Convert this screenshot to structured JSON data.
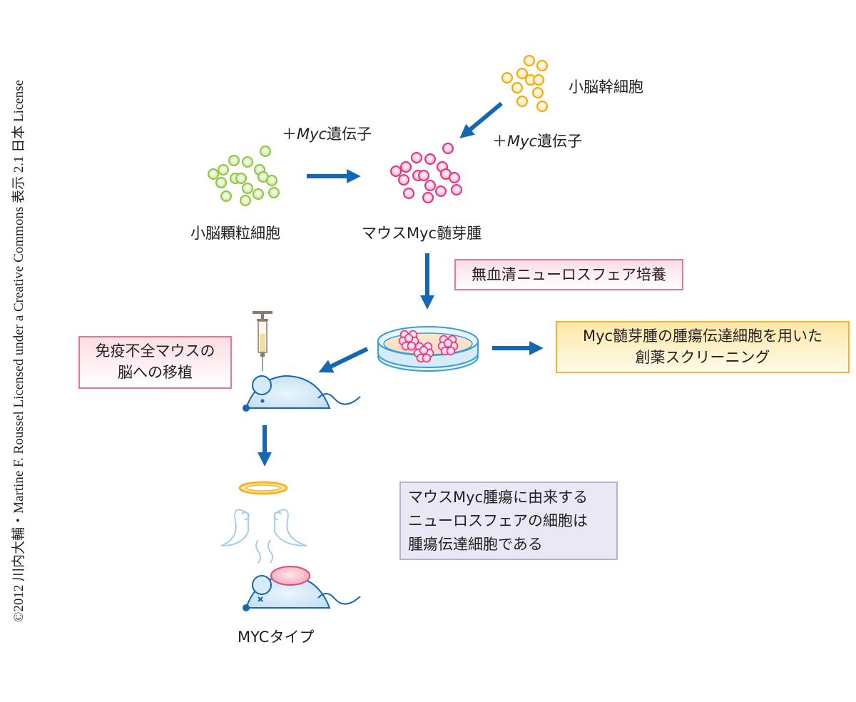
{
  "credit": "©2012 川内大輔・Martine F. Roussel Licensed under a Creative Commons 表示 2.1 日本 License",
  "colors": {
    "arrow": "#1467b0",
    "green_cell": "#8cc63f",
    "pink_cell": "#e4307f",
    "yellow_cell": "#f2a900",
    "mouse_fill": "#cfe6f5",
    "mouse_stroke": "#1467b0",
    "tumor": "#e44a6f",
    "halo": "#f2b52a",
    "wing": "#9ccbeb"
  },
  "labels": {
    "stem_cells": "小脳幹細胞",
    "granule_cells": "小脳顆粒細胞",
    "mouse_tumor": "マウスMyc髄芽腫",
    "myc_gene_left_plus": "＋",
    "myc_gene_left_myc": "Myc",
    "myc_gene_left_rest": "遺伝子",
    "myc_gene_right_plus": "＋",
    "myc_gene_right_myc": "Myc",
    "myc_gene_right_rest": "遺伝子",
    "myc_type": "MYCタイプ"
  },
  "boxes": {
    "neurosphere_culture": "無血清ニューロスフェア培養",
    "screening_line1": "Myc髄芽腫の腫瘍伝達細胞を用いた",
    "screening_line2": "創薬スクリーニング",
    "transplant_line1": "免疫不全マウスの",
    "transplant_line2": "脳への移植",
    "conclusion_line1": "マウスMyc腫瘍に由来する",
    "conclusion_line2": "ニューロスフェアの細胞は",
    "conclusion_line3": "腫瘍伝達細胞である"
  },
  "icons": {
    "cell_cluster": "circle-cluster",
    "petri_dish": "petri-dish",
    "syringe": "syringe",
    "mouse": "mouse",
    "halo": "halo",
    "wings": "angel-wings",
    "dead_mark": "x-eye",
    "arrow": "arrow"
  }
}
